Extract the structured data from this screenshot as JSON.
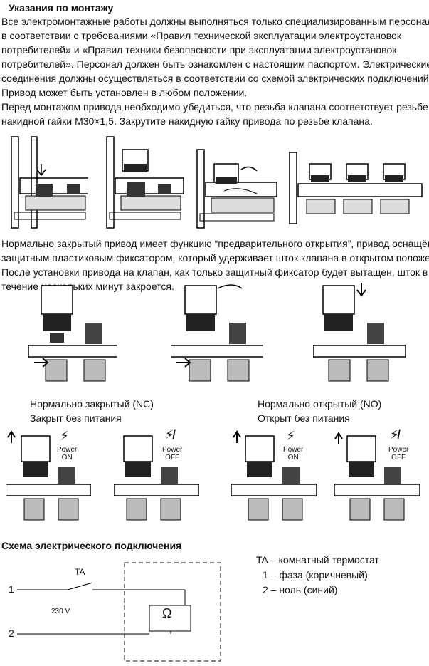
{
  "section1": {
    "title": "Указания по монтажу",
    "lines": [
      "Все электромонтажные работы должны выполняться только специализированным персоналом",
      "в соответствии с требованиями «Правил технической эксплуатации электроустановок",
      "потребителей» и «Правил техники безопасности при эксплуатации электроустановок",
      "потребителей». Персонал должен быть ознакомлен с настоящим паспортом. Электрические",
      "соединения должны осуществляться в соответствии со схемой электрических подключений.",
      "Привод может быть установлен в любом положении.",
      "Перед монтажом привода необходимо убедиться, что резьба клапана соответствует резьбе",
      "накидной гайки M30×1,5. Закрутите накидную гайку привода по резьбе клапана."
    ]
  },
  "section2": {
    "lines": [
      "Нормально закрытый привод имеет функцию “предварительного открытия”, привод оснащён",
      "защитным пластиковым фиксатором, который удерживает шток клапана в открытом положении.",
      "После установки привода на клапан, как только защитный фиксатор будет вытащен, шток в",
      "течение нескольких минут закроется."
    ]
  },
  "modes": {
    "nc_title": "Нормально закрытый (NC)",
    "nc_sub": "Закрыт без питания",
    "no_title": "Нормально открытый (NO)",
    "no_sub": "Открыт без питания"
  },
  "power": {
    "on_line1": "Power",
    "on_line2": "ON",
    "off_line1": "Power",
    "off_line2": "OFF"
  },
  "wiring": {
    "title": "Схема электрического подключения",
    "ta": "TA",
    "voltage": "230 V",
    "omega": "Ω",
    "terminal1": "1",
    "terminal2": "2",
    "legend": [
      "TA – комнатный термостат",
      "1 – фаза (коричневый)",
      "2 – ноль (синий)"
    ]
  }
}
